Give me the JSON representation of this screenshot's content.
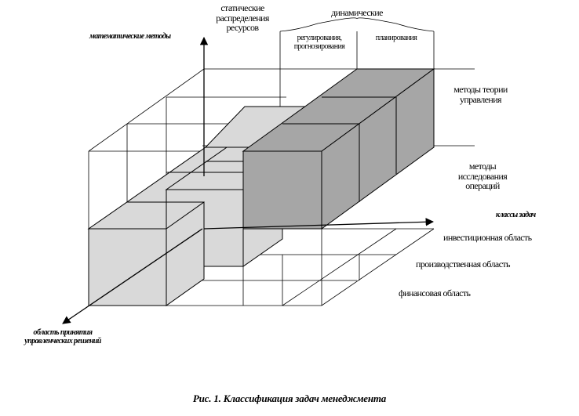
{
  "axes": {
    "vertical_label": "математические методы",
    "horizontal_label": "классы задач",
    "depth_label_line1": "область принятия",
    "depth_label_line2": "управленческих решений"
  },
  "top_labels": {
    "static_line1": "статические",
    "static_line2": "распределения",
    "static_line3": "ресурсов",
    "dynamic": "динамические",
    "regulation_line1": "регулирования,",
    "regulation_line2": "прогнозирования",
    "planning": "планирования"
  },
  "method_labels": {
    "control_theory_line1": "методы теории",
    "control_theory_line2": "управления",
    "op_research_line1": "методы",
    "op_research_line2": "исследования",
    "op_research_line3": "операций"
  },
  "area_labels": {
    "investment": "инвестиционная область",
    "production": "производственная область",
    "financial": "финансовая область"
  },
  "caption": "Рис. 1. Классификация задач менеджмента"
}
